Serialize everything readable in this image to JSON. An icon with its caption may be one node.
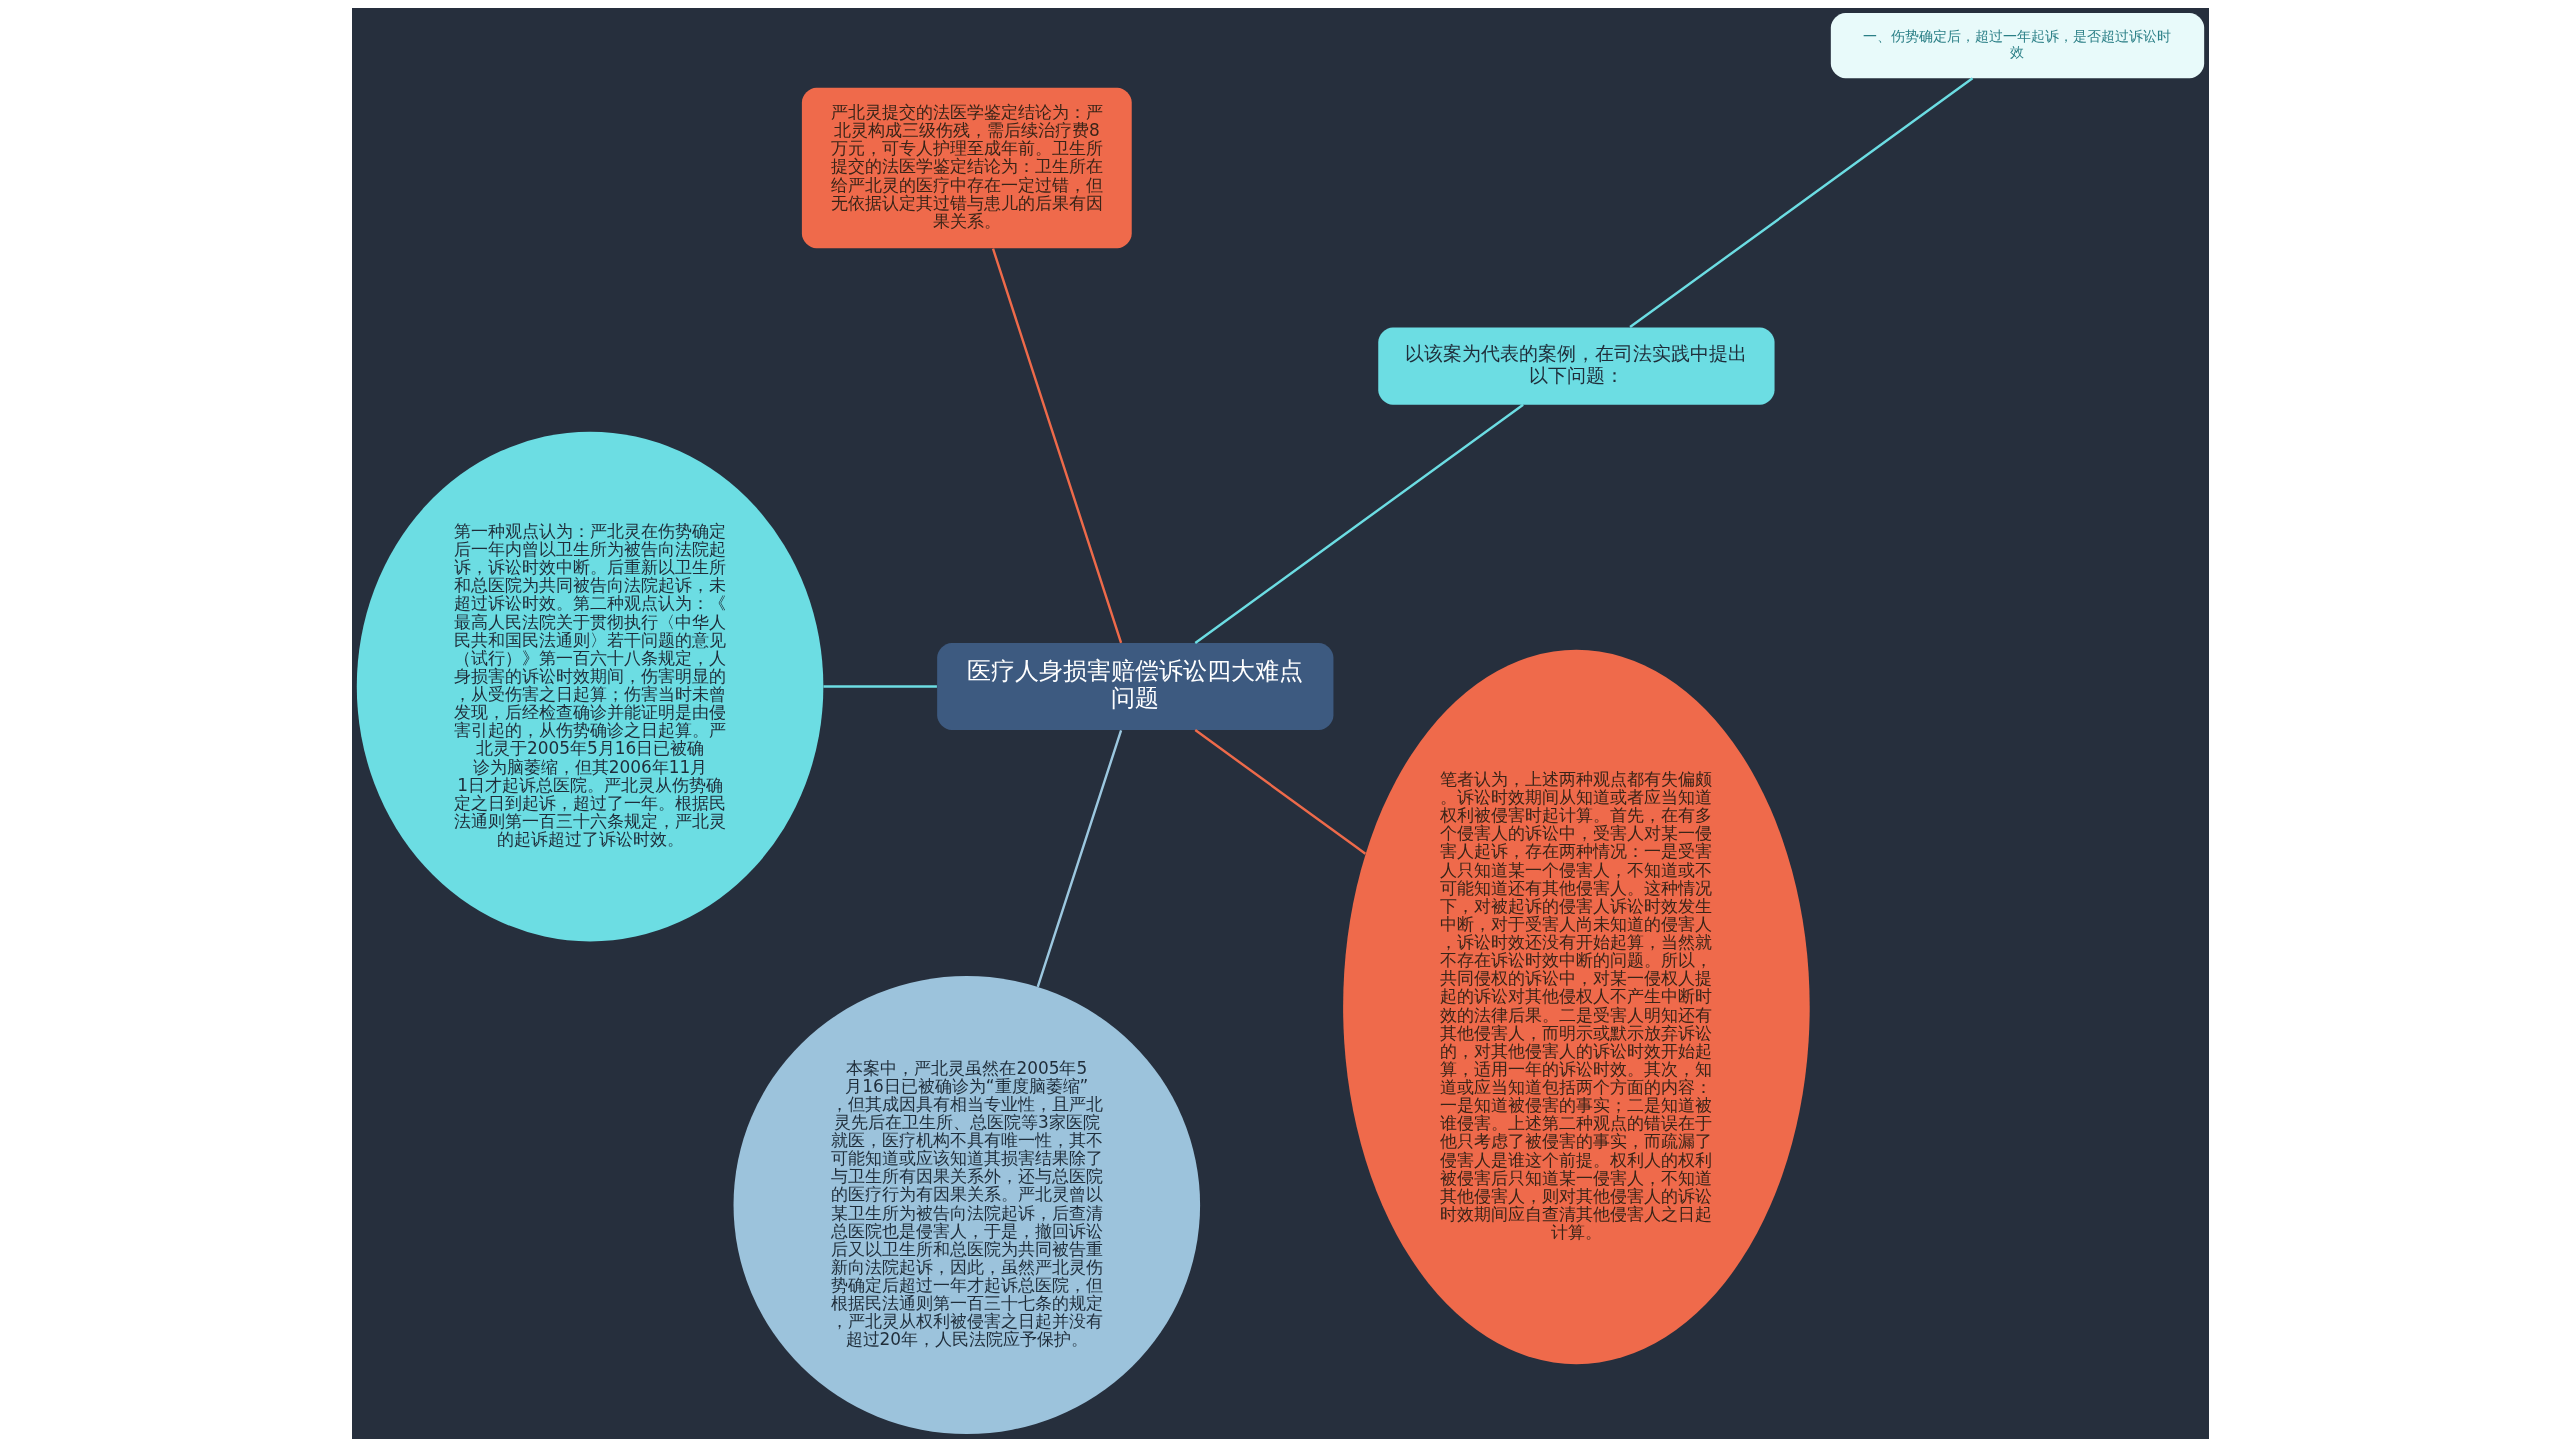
{
  "diagram": {
    "nodes": [
      {
        "text": [
          "医疗人身损害赔偿诉讼四大难点问题"
        ]
      },
      {
        "text": [
          "以该案为代表的案例，在司法实践中提出以下问题："
        ]
      },
      {
        "text": [
          "一、伤势确定后，超过一年起诉，是否超过诉讼时效"
        ]
      },
      {
        "text": [
          "严北灵提交的法医学鉴定结论为：严北灵构成三级伤残，需后续治疗费8万元，可专人护理至成年前。卫生所提交的法医学鉴定结论为：卫生所在给严北灵的医疗中存在一定过错，但无依据认定其过错与患儿的后果有因果关系。"
        ]
      },
      {
        "text": [
          "第一种观点认为：严北灵在伤势确定后一年内曾以卫生所为被告向法院起诉，诉讼时效中断。后重新以卫生所和总医院为共同被告向法院起诉，未超过诉讼时效。第二种观点认为：《最高人民法院关于贯彻执行〈中华人民共和国民法通则〉若干问题的意见（试行）》第一百六十八条规定，人身损害的诉讼时效期间，伤害明显的，从受伤害之日起算；伤害当时未曾发现，后经检查确诊并能证明是由侵害引起的，从伤势确诊之日起算。严北灵于2005年5月16日已被确诊为脑萎缩，但其2006年11月1日才起诉总医院。严北灵从伤势确定之日到起诉，超过了一年。根据民法通则第一百三十六条规定，严北灵的起诉超过了诉讼时效。"
        ]
      },
      {
        "text": [
          "本案中，严北灵虽然在2005年5月16日已被确诊为“重度脑萎缩”，但其成因具有相当专业性，且严北灵先后在卫生所、总医院等3家医院就医，医疗机构不具有唯一性，其不可能知道或应该知道其损害结果除了与卫生所有因果关系外，还与总医院的医疗行为有因果关系。严北灵曾以某卫生所为被告向法院起诉，后查清总医院也是侵害人，于是，撤回诉讼后又以卫生所和总医院为共同被告重新向法院起诉，因此，虽然严北灵伤势确定后超过一年才起诉总医院，但根据民法通则第一百三十七条的规定，严北灵从权利被侵害之日起并没有超过20年，人民法院应予保护。"
        ]
      },
      {
        "text": [
          "笔者认为，上述两种观点都有失偏颇。诉讼时效期间从知道或者应当知道权利被侵害时起计算。首先，在有多个侵害人的诉讼中，受害人对某一侵害人起诉，存在两种情况：一是受害人只知道某一个侵害人，不知道或不可能知道还有其他侵害人。这种情况下，对被起诉的侵害人诉讼时效发生中断，对于受害人尚未知道的侵害人，诉讼时效还没有开始起算，当然就不存在诉讼时效中断的问题。所以，共同侵权的诉讼中，对某一侵权人提起的诉讼对其他侵权人不产生中断时效的法律后果。二是受害人明知还有其他侵害人，而明示或默示放弃诉讼的，对其他侵害人的诉讼时效开始起算，适用一年的诉讼时效。其次，知道或应当知道包括两个方面的内容：一是知道被侵害的事实；二是知道被谁侵害。上述第二种观点的错误在于他只考虑了被侵害的事实，而疏漏了侵害人是谁这个前提。权利人的权利被侵害后只知道某一侵害人，不知道其他侵害人，则对其他侵害人的诉讼时效期间应自查清其他侵害人之日起计算。"
        ]
      }
    ],
    "edges": [
      {
        "from": 0,
        "to": 1,
        "arrow": "none"
      },
      {
        "from": 1,
        "to": 2,
        "arrow": "none"
      },
      {
        "from": 0,
        "to": 3,
        "arrow": "none",
        "color": "#ee6a4a"
      },
      {
        "from": 0,
        "to": 4,
        "arrow": "none"
      },
      {
        "from": 0,
        "to": 5,
        "arrow": "none",
        "color": "#9cc8e0"
      },
      {
        "from": 0,
        "to": 6,
        "arrow": "none",
        "color": "#ee6a4a"
      }
    ]
  }
}
